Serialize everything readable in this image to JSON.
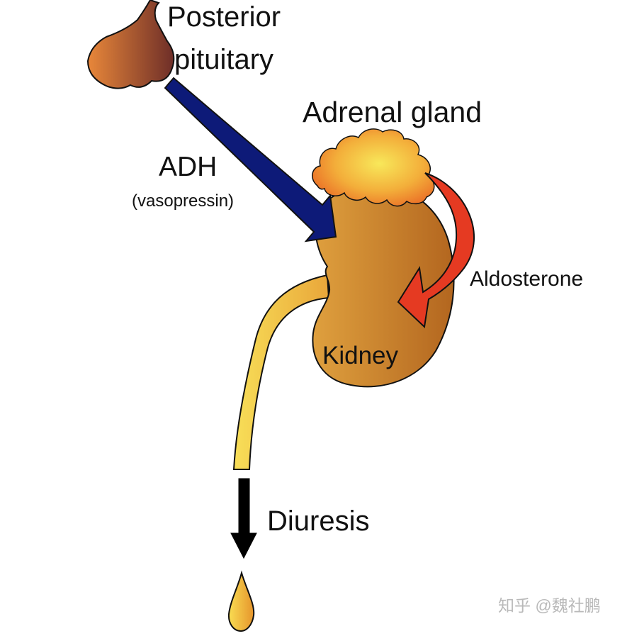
{
  "labels": {
    "posterior_line1": "Posterior",
    "posterior_line2": "pituitary",
    "adrenal_gland": "Adrenal gland",
    "adh": "ADH",
    "vasopressin": "(vasopressin)",
    "aldosterone": "Aldosterone",
    "kidney": "Kidney",
    "diuresis": "Diuresis"
  },
  "watermark": "知乎 @魏社鹏",
  "colors": {
    "pituitary_light": "#E8873A",
    "pituitary_dark": "#6E2E28",
    "kidney_light": "#E0A040",
    "kidney_dark": "#B86A22",
    "adrenal_center": "#F5E050",
    "adrenal_edge": "#EE7E2A",
    "ureter_light": "#F8DC55",
    "ureter_dark": "#E8A035",
    "adh_arrow": "#0D1A78",
    "aldosterone_arrow": "#E53A22",
    "diuresis_arrow": "#000000",
    "droplet_light": "#F8D850",
    "droplet_dark": "#E89A30"
  }
}
